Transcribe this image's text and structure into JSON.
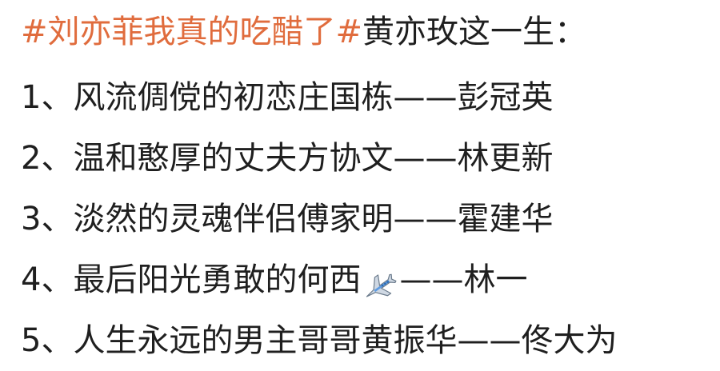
{
  "post": {
    "hashtag": "#刘亦菲我真的吃醋了#",
    "intro": "黄亦玫这一生：",
    "items": [
      {
        "number": "1、",
        "text": "风流倜傥的初恋庄国栋——彭冠英"
      },
      {
        "number": "2、",
        "text": "温和憨厚的丈夫方协文——林更新"
      },
      {
        "number": "3、",
        "text": "淡然的灵魂伴侣傅家明——霍建华"
      },
      {
        "number": "4、",
        "text_before": "最后阳光勇敢的何西",
        "icon": "airplane-icon",
        "text_after": "——林一"
      },
      {
        "number": "5、",
        "text": "人生永远的男主哥哥黄振华——佟大为"
      }
    ]
  },
  "colors": {
    "hashtag": "#e06c3d",
    "text": "#1f1f1f",
    "plane": "#4a90e2"
  }
}
